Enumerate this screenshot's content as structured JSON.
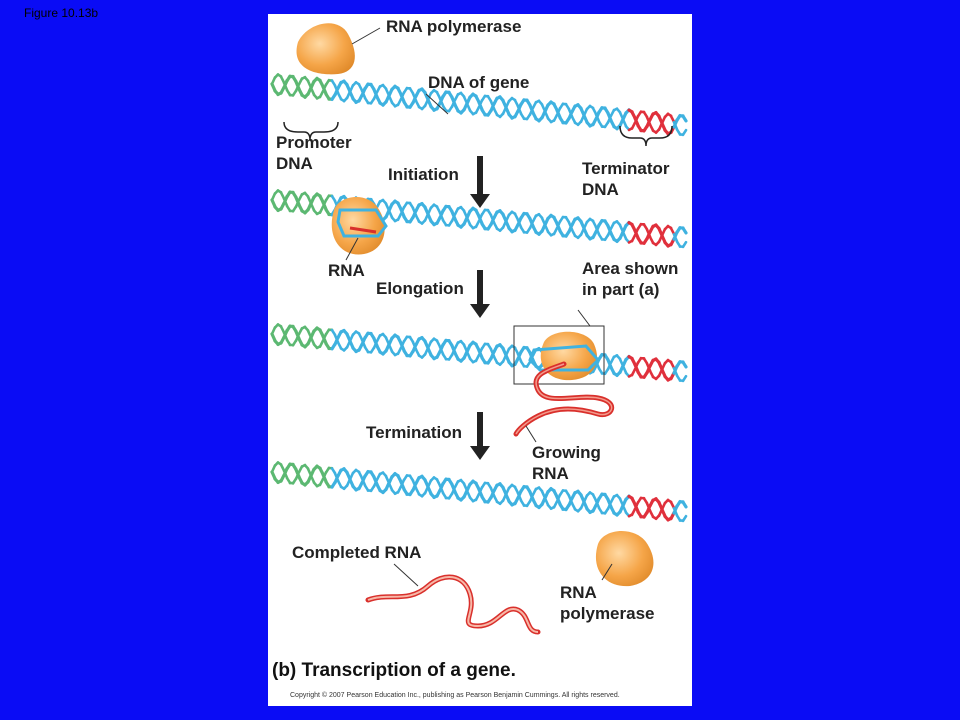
{
  "figure_label": "Figure 10.13b",
  "labels": {
    "rna_polymerase_top": "RNA polymerase",
    "dna_of_gene": "DNA of gene",
    "promoter_dna_1": "Promoter",
    "promoter_dna_2": "DNA",
    "terminator_dna_1": "Terminator",
    "terminator_dna_2": "DNA",
    "rna": "RNA",
    "area_shown_1": "Area shown",
    "area_shown_2": "in part (a)",
    "growing_rna_1": "Growing",
    "growing_rna_2": "RNA",
    "completed_rna": "Completed RNA",
    "rna_polymerase_bottom_1": "RNA",
    "rna_polymerase_bottom_2": "polymerase"
  },
  "steps": {
    "initiation": "Initiation",
    "elongation": "Elongation",
    "termination": "Termination"
  },
  "caption": "(b) Transcription of a gene.",
  "copyright": "Copyright © 2007 Pearson Education Inc., publishing as Pearson Benjamin Cummings. All rights reserved.",
  "colors": {
    "background": "#0a0cf5",
    "dna": "#3fb2e0",
    "promoter": "#5cb872",
    "terminator": "#e0303c",
    "polymerase": "#f5a548",
    "rna": "#d9302c"
  }
}
